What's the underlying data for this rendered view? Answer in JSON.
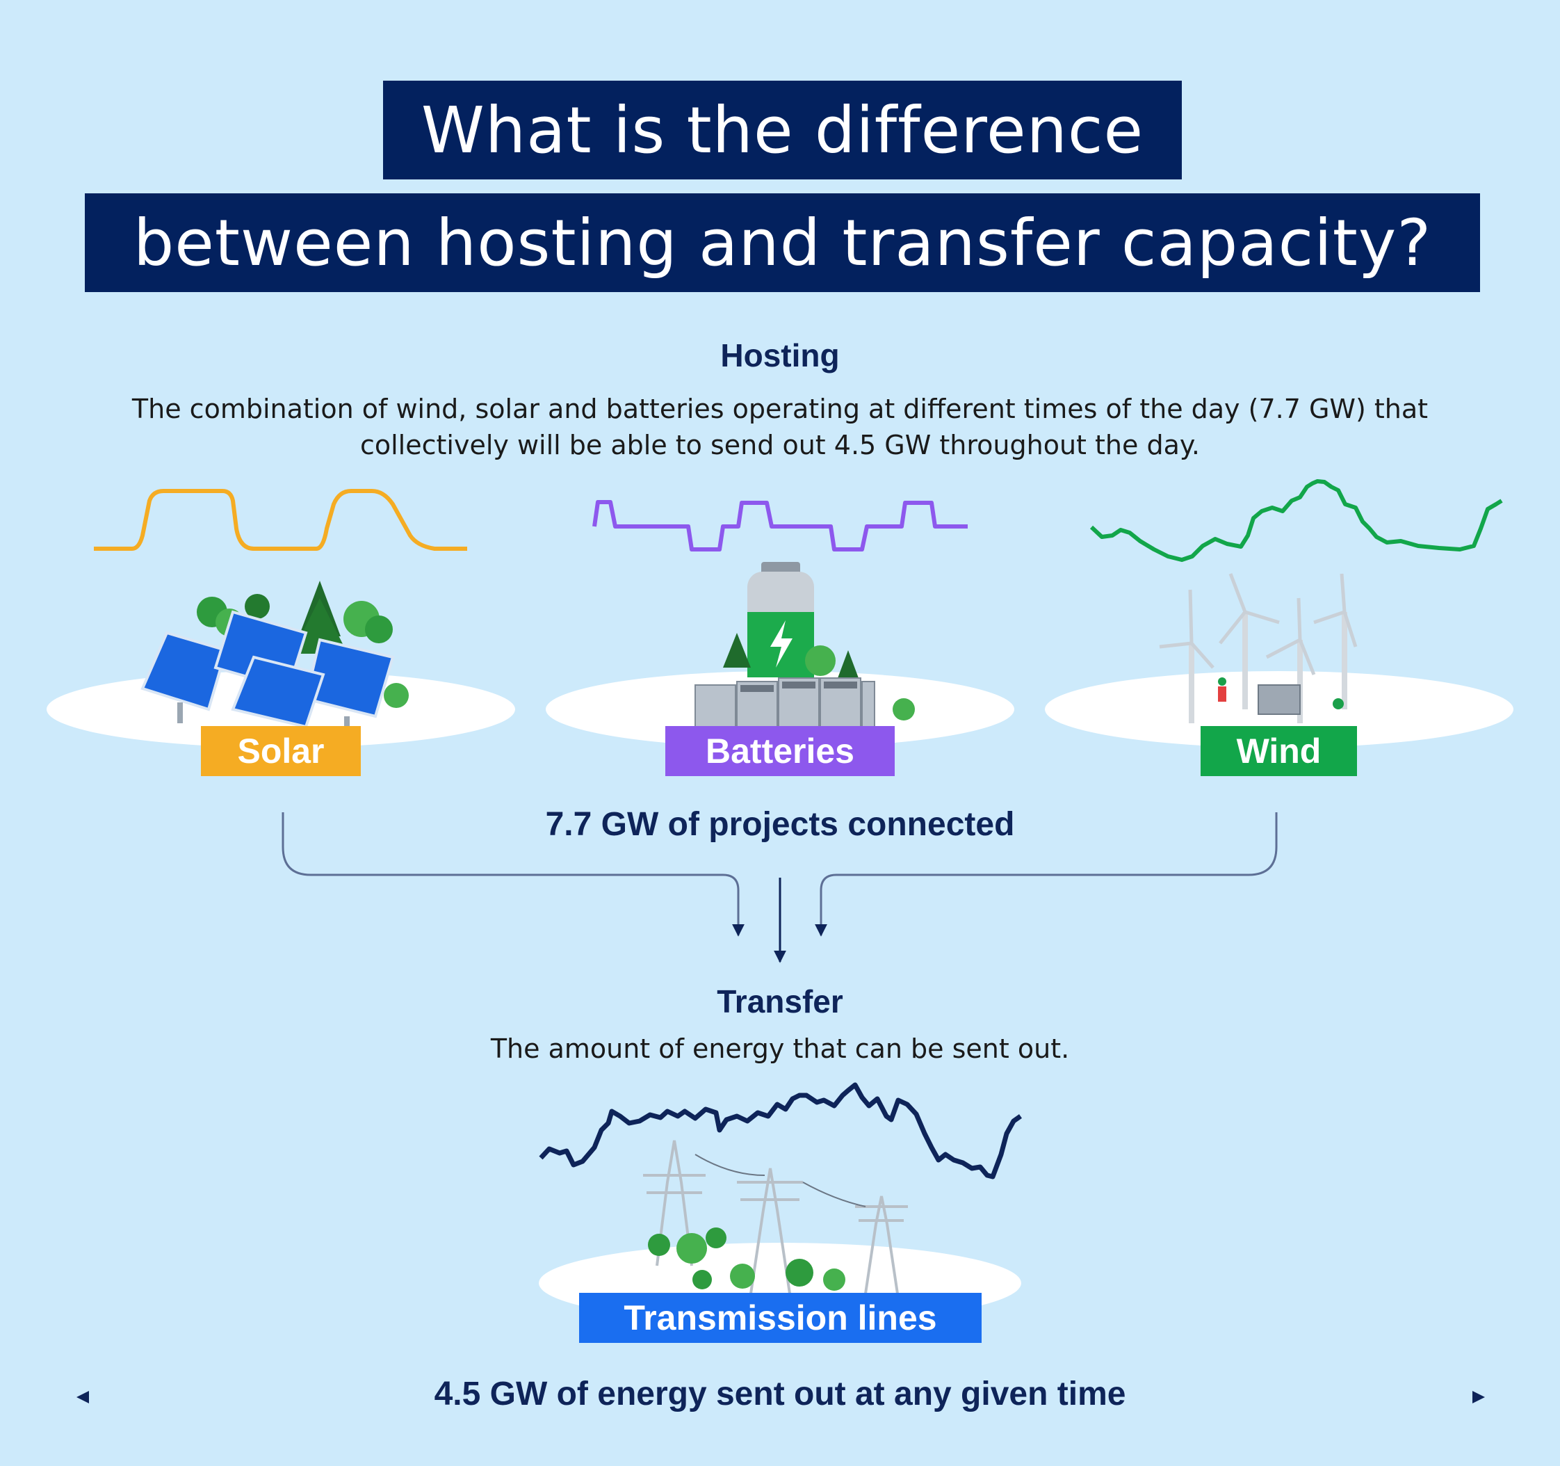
{
  "title": {
    "line1": "What is the difference",
    "line2": "between hosting and transfer capacity?"
  },
  "hosting": {
    "heading": "Hosting",
    "description_line1": "The combination of wind, solar and batteries operating at different times of the day (7.7 GW) that",
    "description_line2": "collectively will be able to send out 4.5 GW throughout the day."
  },
  "sources": [
    {
      "label": "Solar",
      "color": "#f5ac23"
    },
    {
      "label": "Batteries",
      "color": "#8d58ed"
    },
    {
      "label": "Wind",
      "color": "#12a64a"
    }
  ],
  "connected_summary": "7.7 GW of projects connected",
  "transfer": {
    "heading": "Transfer",
    "description": "The amount of energy that can be sent out."
  },
  "transmission_label": "Transmission lines",
  "transmission_color": "#1a6ef0",
  "sent_out_summary": "4.5 GW of energy sent out at any given time",
  "colors": {
    "background": "#cdeafb",
    "navy": "#03215e",
    "transfer_line": "#0e2459"
  }
}
